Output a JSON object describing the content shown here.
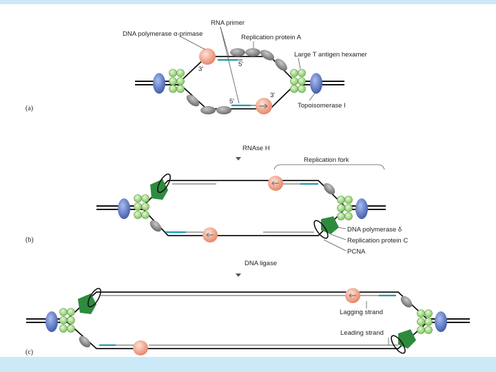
{
  "colors": {
    "frame": "#cce9f8",
    "dna": "#111111",
    "newDna": "#aaaaaa",
    "primer": "#1e9ab0",
    "rpa": "#808080",
    "polPrimase": "#f2a58a",
    "largeT": "#9ed67e",
    "topo": "#5a78c4",
    "pcnaPol": "#2e8b3e"
  },
  "panel_a": {
    "label": "(a)",
    "rna_primer": "RNA primer",
    "pol_primase": "DNA polymerase α-primase",
    "rpa": "Replication protein A",
    "large_t": "Large T antigen hexamer",
    "topo": "Topoisomerase I",
    "three_prime_a": "3'",
    "five_prime_a": "5'",
    "five_prime_b": "5'",
    "three_prime_b": "3'"
  },
  "panel_b": {
    "label": "(b)",
    "rnase": "RNAse H",
    "fork": "Replication fork",
    "pol_delta": "DNA polymerase δ",
    "rpc": "Replication protein C",
    "pcna": "PCNA"
  },
  "panel_c": {
    "label": "(c)",
    "ligase": "DNA ligase",
    "lagging": "Lagging strand",
    "leading": "Leading strand"
  }
}
